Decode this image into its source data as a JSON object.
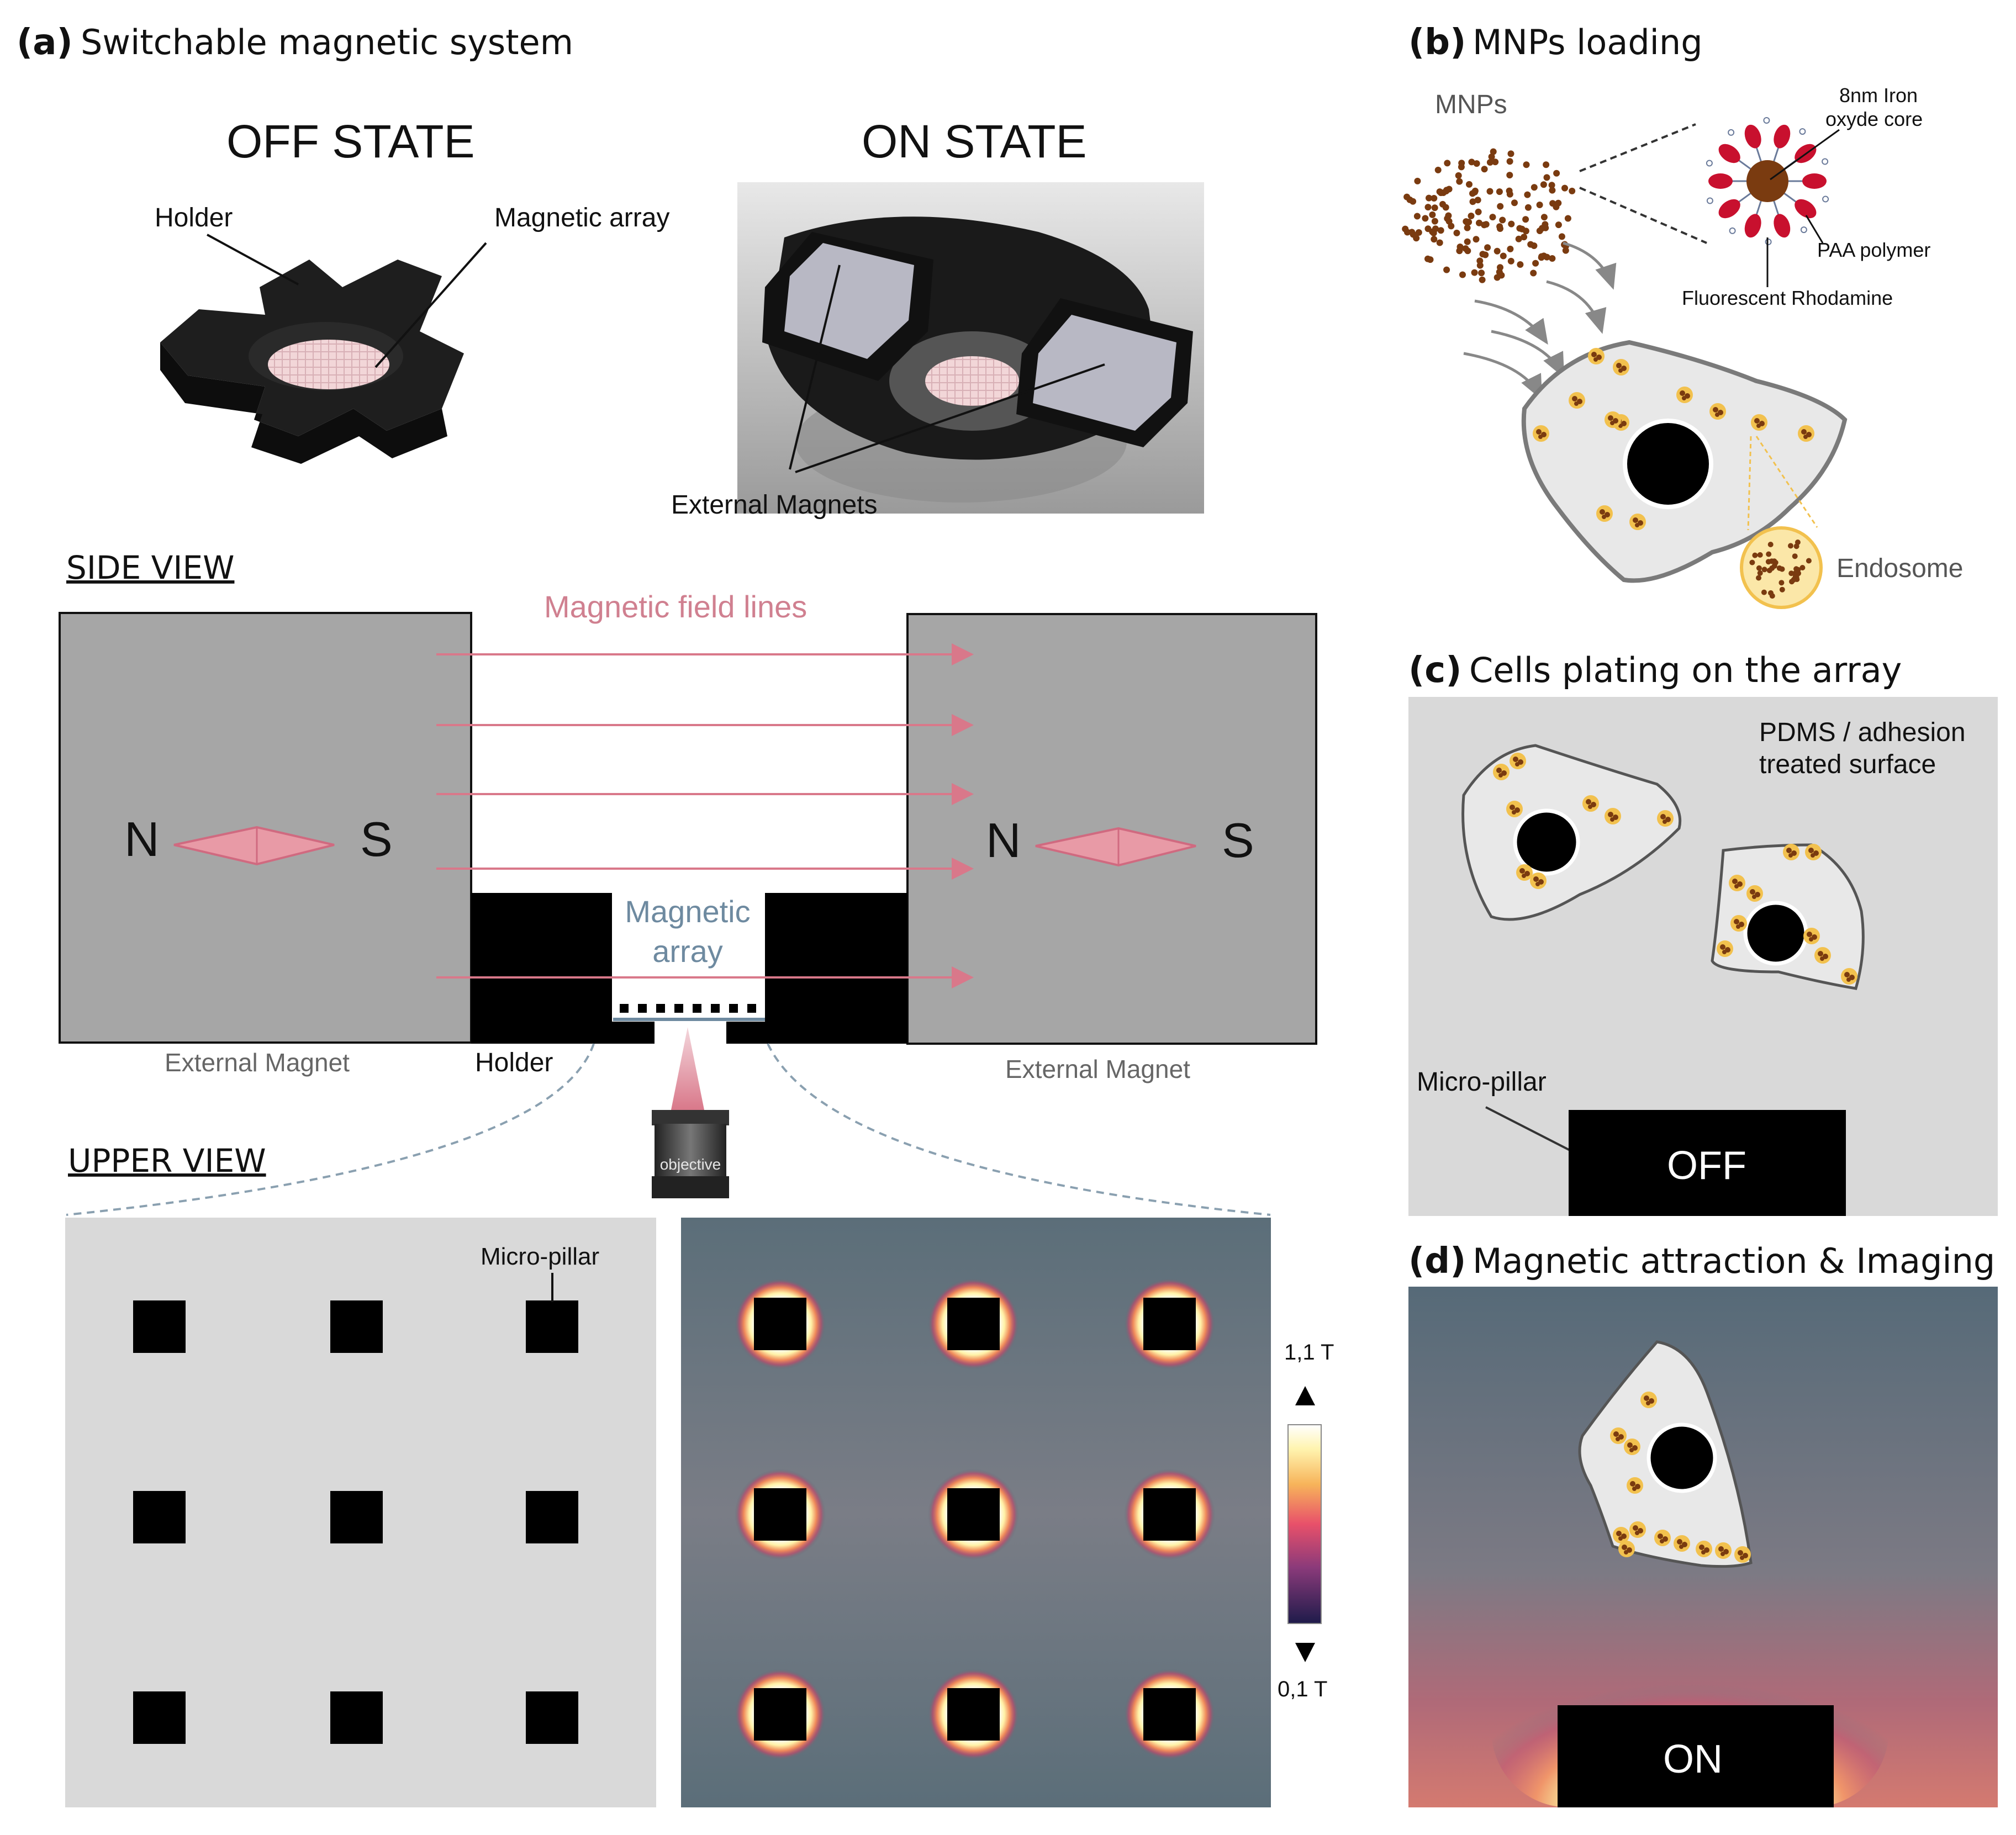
{
  "panel_a": {
    "letter": "(a)",
    "title": "Switchable magnetic system",
    "off_state": "OFF STATE",
    "on_state": "ON STATE",
    "holder_label": "Holder",
    "magnetic_array_label": "Magnetic array",
    "external_magnets_label": "External Magnets",
    "side_view": "SIDE VIEW",
    "field_lines_label": "Magnetic field lines",
    "pole_n": "N",
    "pole_s": "S",
    "array_label_line1": "Magnetic",
    "array_label_line2": "array",
    "external_magnet_left": "External Magnet",
    "external_magnet_right": "External Magnet",
    "holder_side_label": "Holder",
    "objective_label": "objective",
    "upper_view": "UPPER VIEW",
    "micro_pillar_label": "Micro-pillar",
    "colorbar_max": "1,1 T",
    "colorbar_min": "0,1 T"
  },
  "panel_b": {
    "letter": "(b)",
    "title": "MNPs loading",
    "mnps_label": "MNPs",
    "core_label_line1": "8nm Iron",
    "core_label_line2": "oxyde core",
    "polymer_label": "PAA polymer",
    "rhodamine_label": "Fluorescent Rhodamine",
    "endosome_label": "Endosome"
  },
  "panel_c": {
    "letter": "(c)",
    "title": "Cells plating on the array",
    "surface_label_line1": "PDMS / adhesion",
    "surface_label_line2": "treated surface",
    "micro_pillar_label": "Micro-pillar",
    "state": "OFF"
  },
  "panel_d": {
    "letter": "(d)",
    "title": "Magnetic attraction & Imaging",
    "state": "ON"
  },
  "colors": {
    "field_line": "#d9788a",
    "magnet_gray": "#a6a6a6",
    "background_gray": "#d9d9d9",
    "field_bg": "#5a6f7a",
    "particle": "#7a3b10",
    "endosome": "#f2c14e"
  }
}
